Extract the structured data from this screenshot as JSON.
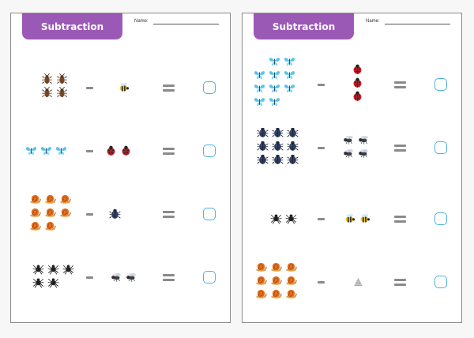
{
  "sheets": [
    {
      "title": "Subtraction",
      "name_label": "Name:",
      "rows": [
        {
          "left": {
            "icon": "cockroach-icon",
            "count": 4
          },
          "right": {
            "icon": "bee-icon",
            "count": 1
          },
          "operator": "-",
          "equals": "="
        },
        {
          "left": {
            "icon": "butterfly-icon",
            "count": 3
          },
          "right": {
            "icon": "ladybug-icon",
            "count": 2
          },
          "operator": "-",
          "equals": "="
        },
        {
          "left": {
            "icon": "snail-icon",
            "count": 8
          },
          "right": {
            "icon": "beetle-icon",
            "count": 1
          },
          "operator": "-",
          "equals": "="
        },
        {
          "left": {
            "icon": "spider-icon",
            "count": 5
          },
          "right": {
            "icon": "fly-icon",
            "count": 2
          },
          "operator": "-",
          "equals": "="
        }
      ]
    },
    {
      "title": "Subtraction",
      "name_label": "Name:",
      "rows": [
        {
          "left": {
            "icon": "butterfly-icon",
            "count": 10
          },
          "right": {
            "icon": "ladybug-icon",
            "count": 3
          },
          "operator": "-",
          "equals": "="
        },
        {
          "left": {
            "icon": "beetle-icon",
            "count": 9
          },
          "right": {
            "icon": "fly-icon",
            "count": 4
          },
          "operator": "-",
          "equals": "="
        },
        {
          "left": {
            "icon": "spider-icon",
            "count": 2
          },
          "right": {
            "icon": "bee-icon",
            "count": 2
          },
          "operator": "-",
          "equals": "="
        },
        {
          "left": {
            "icon": "snail-icon",
            "count": 9
          },
          "right": {
            "icon": "shell-icon",
            "count": 1
          },
          "operator": "-",
          "equals": "="
        }
      ]
    }
  ],
  "colors": {
    "tab": "#9b59b6",
    "answer_box": "#4fb0d8",
    "operator": "#8a8a8a"
  }
}
